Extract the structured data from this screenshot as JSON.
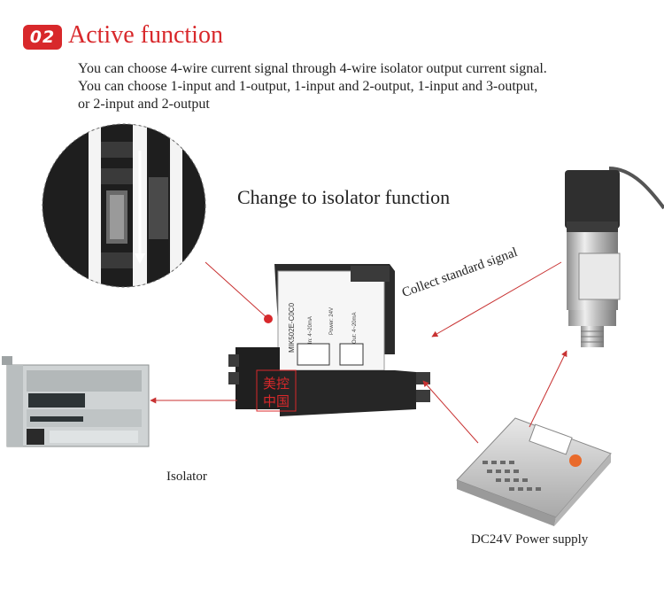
{
  "section": {
    "number": "02",
    "title": "Active function"
  },
  "description": {
    "line1": "You can choose 4-wire current signal through 4-wire isolator output current signal.",
    "line2": "You can choose 1-input and 1-output, 1-input and 2-output, 1-input and 3-output,",
    "line3": "or 2-input and 2-output"
  },
  "callout": {
    "title": "Change to isolator function"
  },
  "labels": {
    "isolator": "Isolator",
    "collect": "Collect standard signal",
    "power": "DC24V Power supply"
  },
  "device": {
    "model": "MIK502E-C0C0",
    "input": "In: 4~20mA",
    "power": "Power: 24V",
    "output": "Out: 4~20mA",
    "brand_top": "美控",
    "brand_bottom": "中国"
  },
  "colors": {
    "accent": "#d8282b",
    "arrow": "#c83232"
  }
}
